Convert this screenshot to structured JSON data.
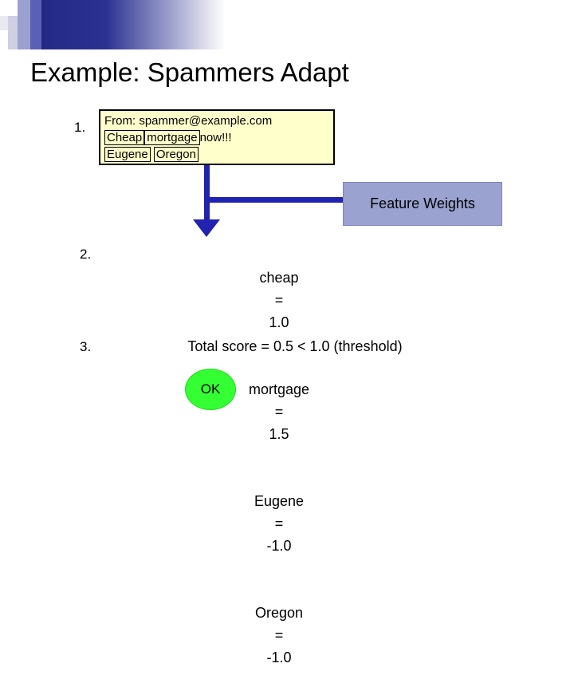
{
  "slide": {
    "title": "Example: Spammers Adapt"
  },
  "steps": {
    "one": "1.",
    "two": "2.",
    "three": "3."
  },
  "email": {
    "from_label": "From: spammer@example.com",
    "body_tokens": [
      "Cheap",
      "mortgage"
    ],
    "body_tail": "now!!!",
    "location_tokens": [
      "Eugene",
      "Oregon"
    ]
  },
  "feature_weights": {
    "heading": "Feature Weights",
    "rows": [
      {
        "name": "cheap",
        "eq": "=",
        "value": "1.0"
      },
      {
        "name": "mortgage",
        "eq": "=",
        "value": "1.5"
      },
      {
        "name": "Eugene",
        "eq": "=",
        "value": "-1.0"
      },
      {
        "name": "Oregon",
        "eq": "=",
        "value": "-1.0"
      }
    ]
  },
  "total": {
    "label": "Total score =",
    "value": "0.5",
    "comparison": "< 1.0 (threshold)"
  },
  "decision": {
    "label": "OK",
    "color": "#33ff33"
  },
  "colors": {
    "arrow": "#2222b0",
    "email_box": "#ffffcc",
    "feature_box": "#9aa2d0",
    "ok_oval": "#33ff33"
  }
}
